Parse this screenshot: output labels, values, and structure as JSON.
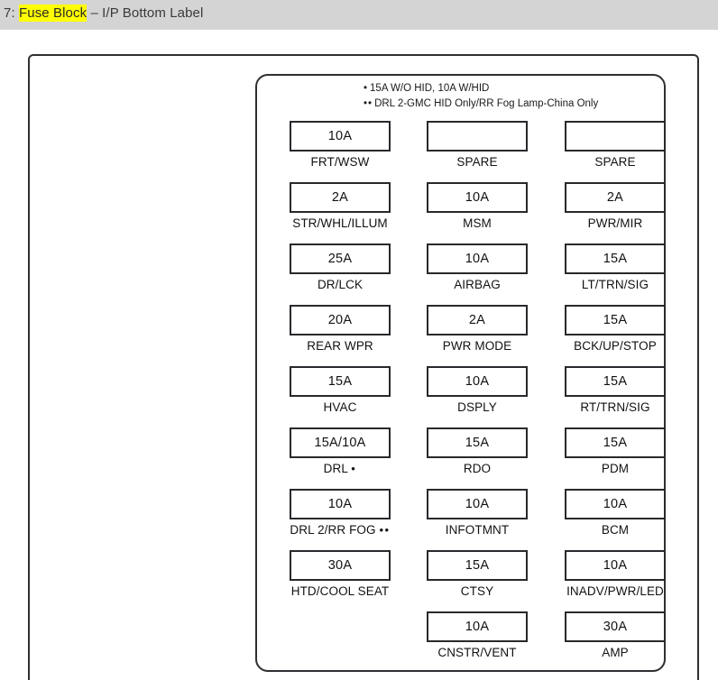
{
  "header": {
    "prefix": "7: ",
    "highlighted": "Fuse Block",
    "suffix": " – I/P Bottom Label"
  },
  "legend": {
    "lines": [
      {
        "bullets": "•",
        "text": "15A W/O HID, 10A W/HID"
      },
      {
        "bullets": "••",
        "text": "DRL 2-GMC HID Only/RR Fog Lamp-China Only"
      }
    ]
  },
  "diagram": {
    "title": "Fuse Block – I/P Bottom Label",
    "columns": [
      {
        "index": 0,
        "fuses": [
          {
            "amp": "10A",
            "label": "FRT/WSW",
            "marker": ""
          },
          {
            "amp": "2A",
            "label": "STR/WHL/ILLUM",
            "marker": ""
          },
          {
            "amp": "25A",
            "label": "DR/LCK",
            "marker": ""
          },
          {
            "amp": "20A",
            "label": "REAR WPR",
            "marker": ""
          },
          {
            "amp": "15A",
            "label": "HVAC",
            "marker": ""
          },
          {
            "amp": "15A/10A",
            "label": "DRL",
            "marker": "•"
          },
          {
            "amp": "10A",
            "label": "DRL 2/RR FOG",
            "marker": "••"
          },
          {
            "amp": "30A",
            "label": "HTD/COOL SEAT",
            "marker": ""
          }
        ]
      },
      {
        "index": 1,
        "fuses": [
          {
            "amp": "",
            "label": "SPARE",
            "marker": ""
          },
          {
            "amp": "10A",
            "label": "MSM",
            "marker": ""
          },
          {
            "amp": "10A",
            "label": "AIRBAG",
            "marker": ""
          },
          {
            "amp": "2A",
            "label": "PWR MODE",
            "marker": ""
          },
          {
            "amp": "10A",
            "label": "DSPLY",
            "marker": ""
          },
          {
            "amp": "15A",
            "label": "RDO",
            "marker": ""
          },
          {
            "amp": "10A",
            "label": "INFOTMNT",
            "marker": ""
          },
          {
            "amp": "15A",
            "label": "CTSY",
            "marker": ""
          },
          {
            "amp": "10A",
            "label": "CNSTR/VENT",
            "marker": ""
          }
        ]
      },
      {
        "index": 2,
        "fuses": [
          {
            "amp": "",
            "label": "SPARE",
            "marker": ""
          },
          {
            "amp": "2A",
            "label": "PWR/MIR",
            "marker": ""
          },
          {
            "amp": "15A",
            "label": "LT/TRN/SIG",
            "marker": ""
          },
          {
            "amp": "15A",
            "label": "BCK/UP/STOP",
            "marker": ""
          },
          {
            "amp": "15A",
            "label": "RT/TRN/SIG",
            "marker": ""
          },
          {
            "amp": "15A",
            "label": "PDM",
            "marker": ""
          },
          {
            "amp": "10A",
            "label": "BCM",
            "marker": ""
          },
          {
            "amp": "10A",
            "label": "INADV/PWR/LED",
            "marker": ""
          },
          {
            "amp": "30A",
            "label": "AMP",
            "marker": ""
          }
        ]
      }
    ]
  },
  "colors": {
    "header_band": "#d4d4d4",
    "highlight": "#ffff00",
    "line": "#2f2f33",
    "text": "#121212"
  }
}
